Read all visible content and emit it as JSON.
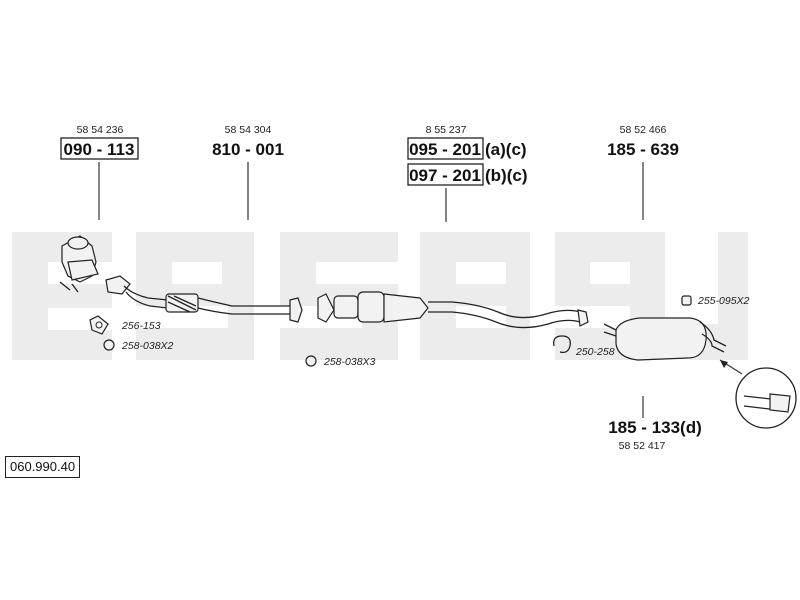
{
  "parts": {
    "p1": {
      "ref": "58 54 236",
      "code": "090 - 113"
    },
    "p2": {
      "ref": "58 54 304",
      "code": "810 - 001"
    },
    "p3": {
      "ref": "8 55 237",
      "code_a": "095 - 201",
      "suffix_a": "(a)(c)",
      "code_b": "097 - 201",
      "suffix_b": "(b)(c)"
    },
    "p4": {
      "ref": "58 52 466",
      "code": "185 - 639"
    },
    "p5": {
      "ref": "58 52 417",
      "code": "185 - 133(d)"
    }
  },
  "accessories": {
    "a1": "256-153",
    "a2": "258-038X2",
    "a3": "258-038X3",
    "a4": "250-258",
    "a5": "255-095X2"
  },
  "diagram_id": "060.990.40"
}
